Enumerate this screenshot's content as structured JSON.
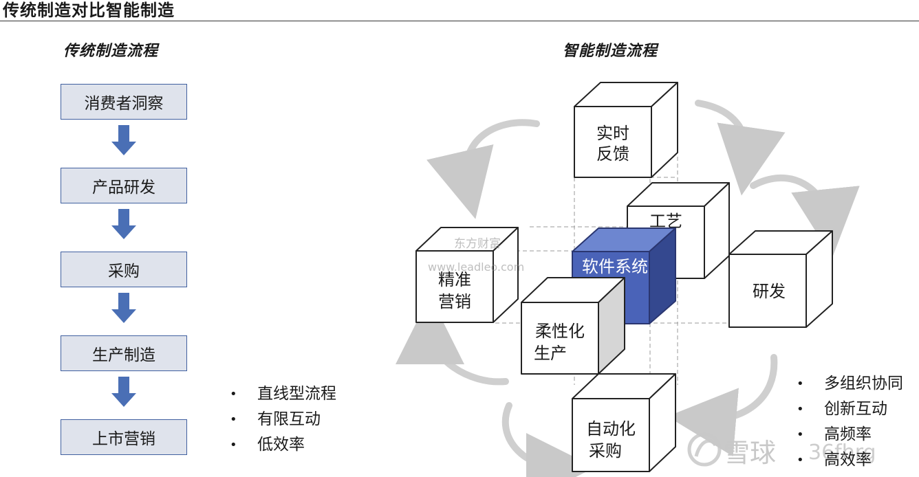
{
  "page_title": "传统制造对比智能制造",
  "traditional": {
    "title": "传统制造流程",
    "steps": [
      "消费者洞察",
      "产品研发",
      "采购",
      "生产制造",
      "上市营销"
    ],
    "features": [
      "直线型流程",
      "有限互动",
      "低效率"
    ]
  },
  "smart": {
    "title": "智能制造流程",
    "cubes": {
      "realtime": [
        "实时",
        "反馈"
      ],
      "process": [
        "工艺"
      ],
      "marketing": [
        "精准",
        "营销"
      ],
      "software": [
        "软件系统"
      ],
      "rnd": [
        "研发"
      ],
      "flexible": [
        "柔性化",
        "生产"
      ],
      "procurement": [
        "自动化",
        "采购"
      ]
    },
    "features": [
      "多组织协同",
      "创新互动",
      "高频率",
      "高效率"
    ]
  },
  "watermarks": {
    "source_cn": "东方财富",
    "source_url": "www.leadleo.com",
    "brand": "雪球",
    "handle": "36fhrg"
  },
  "colors": {
    "box_fill": "#dfe3ec",
    "box_border": "#3f5f9f",
    "arrow": "#4a6fb5",
    "software_front": "#4a63b8",
    "software_top": "#6d86d0",
    "software_side": "#34488f",
    "curved_arrow": "#c9c9c9"
  }
}
